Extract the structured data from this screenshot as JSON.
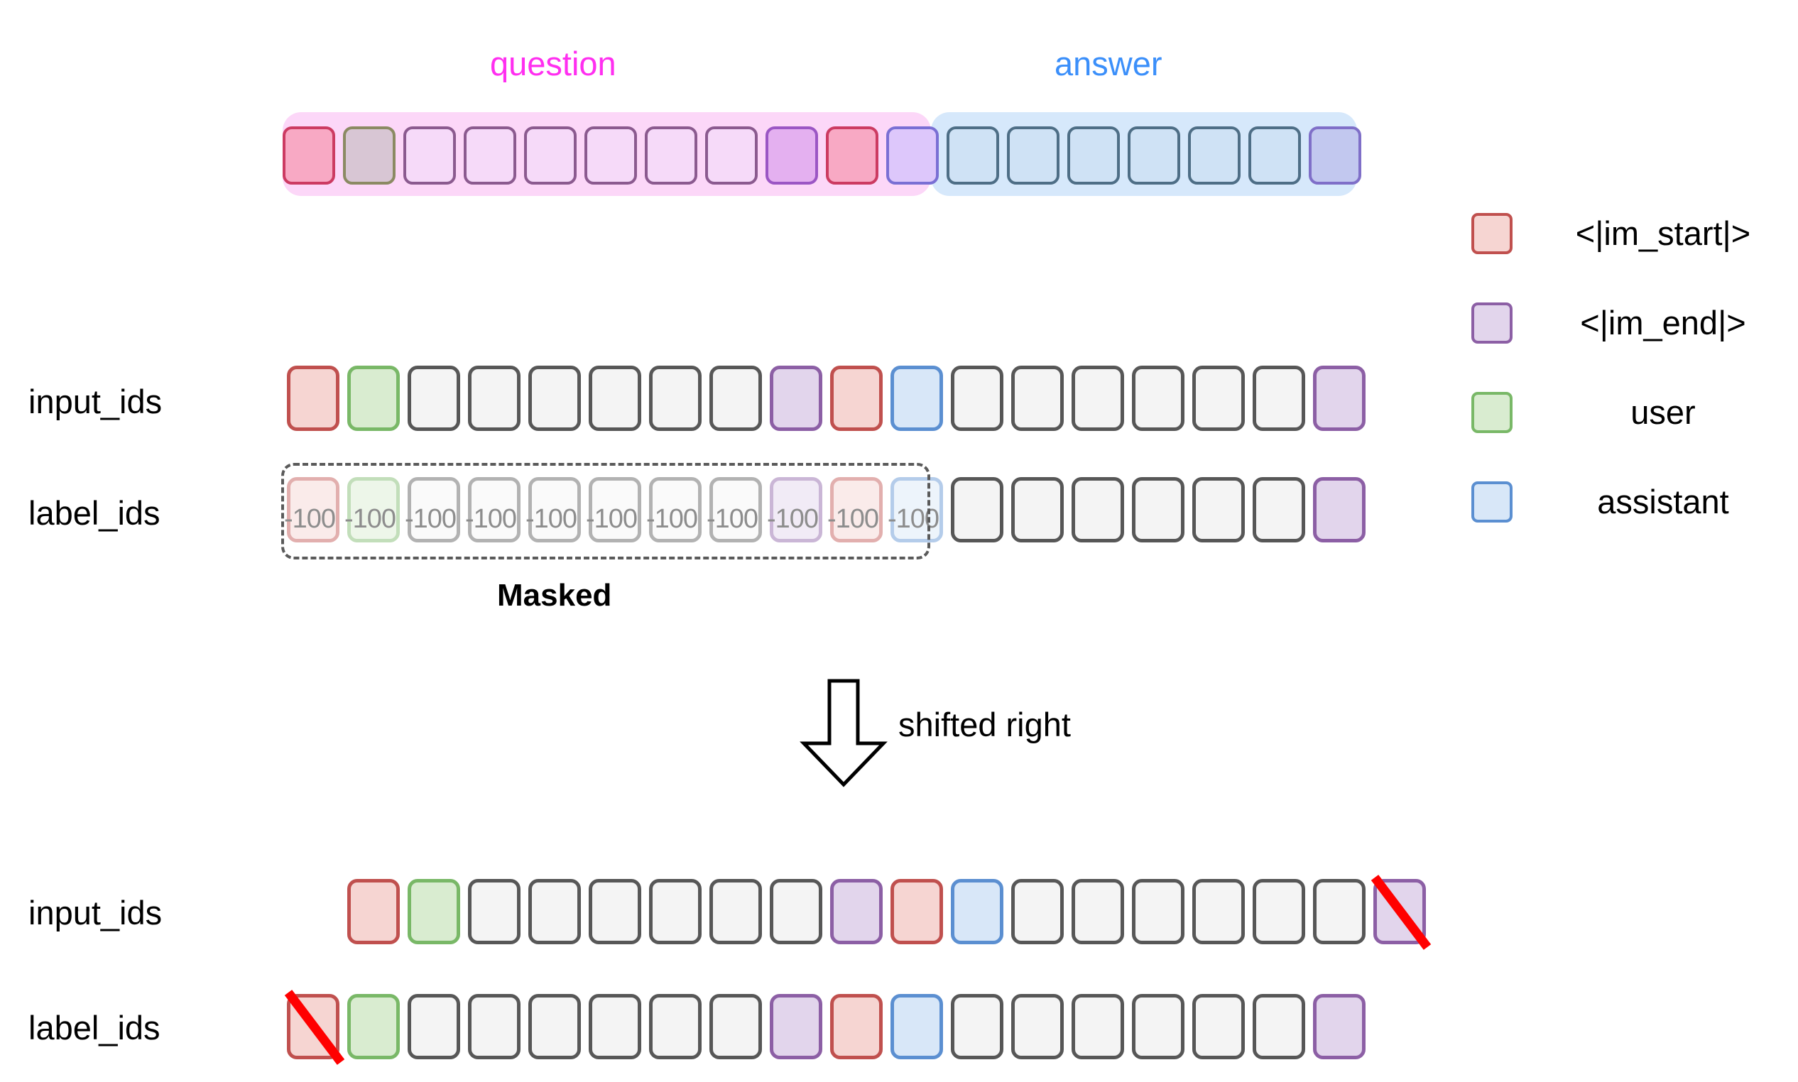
{
  "sections": {
    "question": {
      "label": "question",
      "color": "#ff2ff0"
    },
    "answer": {
      "label": "answer",
      "color": "#3b8ffa"
    }
  },
  "rows": {
    "top": {
      "name": "token-row-top"
    },
    "input_ids_mid": {
      "label": "input_ids"
    },
    "label_ids_mid": {
      "label": "label_ids"
    },
    "input_ids_bot": {
      "label": "input_ids"
    },
    "label_ids_bot": {
      "label": "label_ids"
    }
  },
  "masked": {
    "label": "Masked",
    "value": "-100",
    "count": 11
  },
  "shift": {
    "label": "shifted right"
  },
  "legend": {
    "items": [
      {
        "label": "<|im_start|>",
        "border": "#c0504e",
        "fill": "#f6d5d2",
        "icon": "swatch-im-start"
      },
      {
        "label": "<|im_end|>",
        "border": "#8c5fa5",
        "fill": "#e2d5ec",
        "icon": "swatch-im-end"
      },
      {
        "label": "user",
        "border": "#79b867",
        "fill": "#d9ecd0",
        "icon": "swatch-user"
      },
      {
        "label": "assistant",
        "border": "#5b8fd1",
        "fill": "#d8e7f8",
        "icon": "swatch-assistant"
      }
    ]
  },
  "token_sequence": {
    "length": 18,
    "roles": [
      "im_start",
      "user",
      "text",
      "text",
      "text",
      "text",
      "text",
      "text",
      "im_end",
      "im_start",
      "assistant",
      "text",
      "text",
      "text",
      "text",
      "text",
      "text",
      "im_end"
    ],
    "question_span": [
      0,
      10
    ],
    "answer_span": [
      11,
      17
    ]
  },
  "top_row": {
    "cells": [
      "t-red",
      "t-olive",
      "t-pink",
      "t-pink",
      "t-pink",
      "t-pink",
      "t-pink",
      "t-pink",
      "t-violet",
      "t-red",
      "t-lilac",
      "t-ans",
      "t-ans",
      "t-ans",
      "t-ans",
      "t-ans",
      "t-ans",
      "t-ansend"
    ]
  },
  "mid_input_row": {
    "cells": [
      "red",
      "green",
      "gray",
      "gray",
      "gray",
      "gray",
      "gray",
      "gray",
      "purple",
      "red",
      "blue",
      "gray",
      "gray",
      "gray",
      "gray",
      "gray",
      "gray",
      "purple"
    ]
  },
  "mid_label_row": {
    "cells": [
      "red",
      "green",
      "gray",
      "gray",
      "gray",
      "gray",
      "gray",
      "gray",
      "purple",
      "red",
      "blue",
      "gray",
      "gray",
      "gray",
      "gray",
      "gray",
      "gray",
      "purple"
    ],
    "masked_until": 11
  },
  "bot_input_row": {
    "cells": [
      "red",
      "green",
      "gray",
      "gray",
      "gray",
      "gray",
      "gray",
      "gray",
      "purple",
      "red",
      "blue",
      "gray",
      "gray",
      "gray",
      "gray",
      "gray",
      "gray",
      "purple"
    ],
    "shift_cells": 1,
    "strike_index": 17
  },
  "bot_label_row": {
    "cells": [
      "red",
      "green",
      "gray",
      "gray",
      "gray",
      "gray",
      "gray",
      "gray",
      "purple",
      "red",
      "blue",
      "gray",
      "gray",
      "gray",
      "gray",
      "gray",
      "gray",
      "purple"
    ],
    "shift_cells": 0,
    "strike_index": 0
  },
  "strike_color": "#ff0000"
}
